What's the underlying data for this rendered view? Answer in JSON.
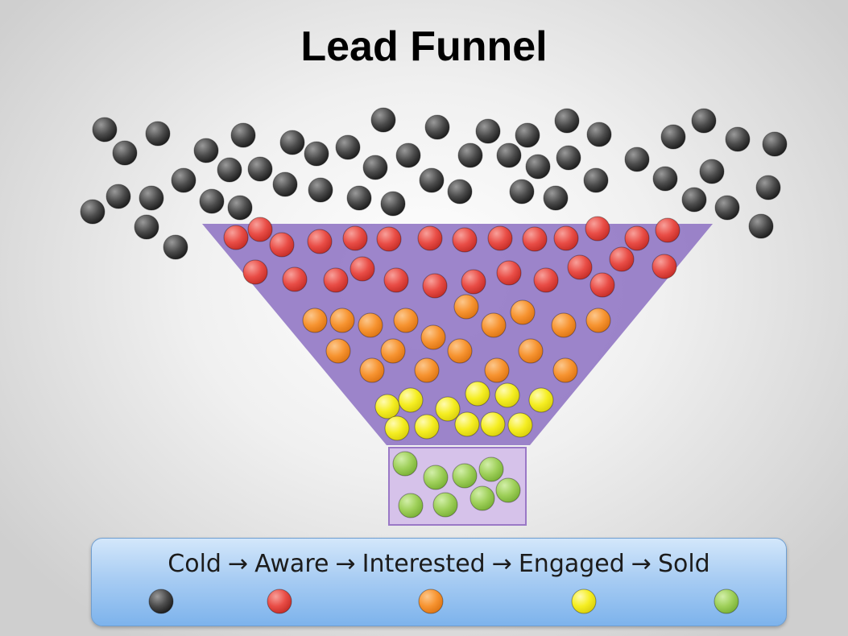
{
  "title": "Lead Funnel",
  "colors": {
    "cold": "#3a3a3a",
    "aware": "#e94d46",
    "interested": "#f79431",
    "engaged": "#f5ee22",
    "sold": "#9fd05a",
    "funnel": "#8c70c2",
    "sold_box": "#d6c2ea"
  },
  "stages": [
    {
      "name": "Cold",
      "color_key": "cold"
    },
    {
      "name": "Aware",
      "color_key": "aware"
    },
    {
      "name": "Interested",
      "color_key": "interested"
    },
    {
      "name": "Engaged",
      "color_key": "engaged"
    },
    {
      "name": "Sold",
      "color_key": "sold"
    }
  ],
  "arrow": "→",
  "lead_counts": {
    "cold": 59,
    "aware": 29,
    "interested": 24,
    "engaged": 13,
    "sold": 9
  }
}
